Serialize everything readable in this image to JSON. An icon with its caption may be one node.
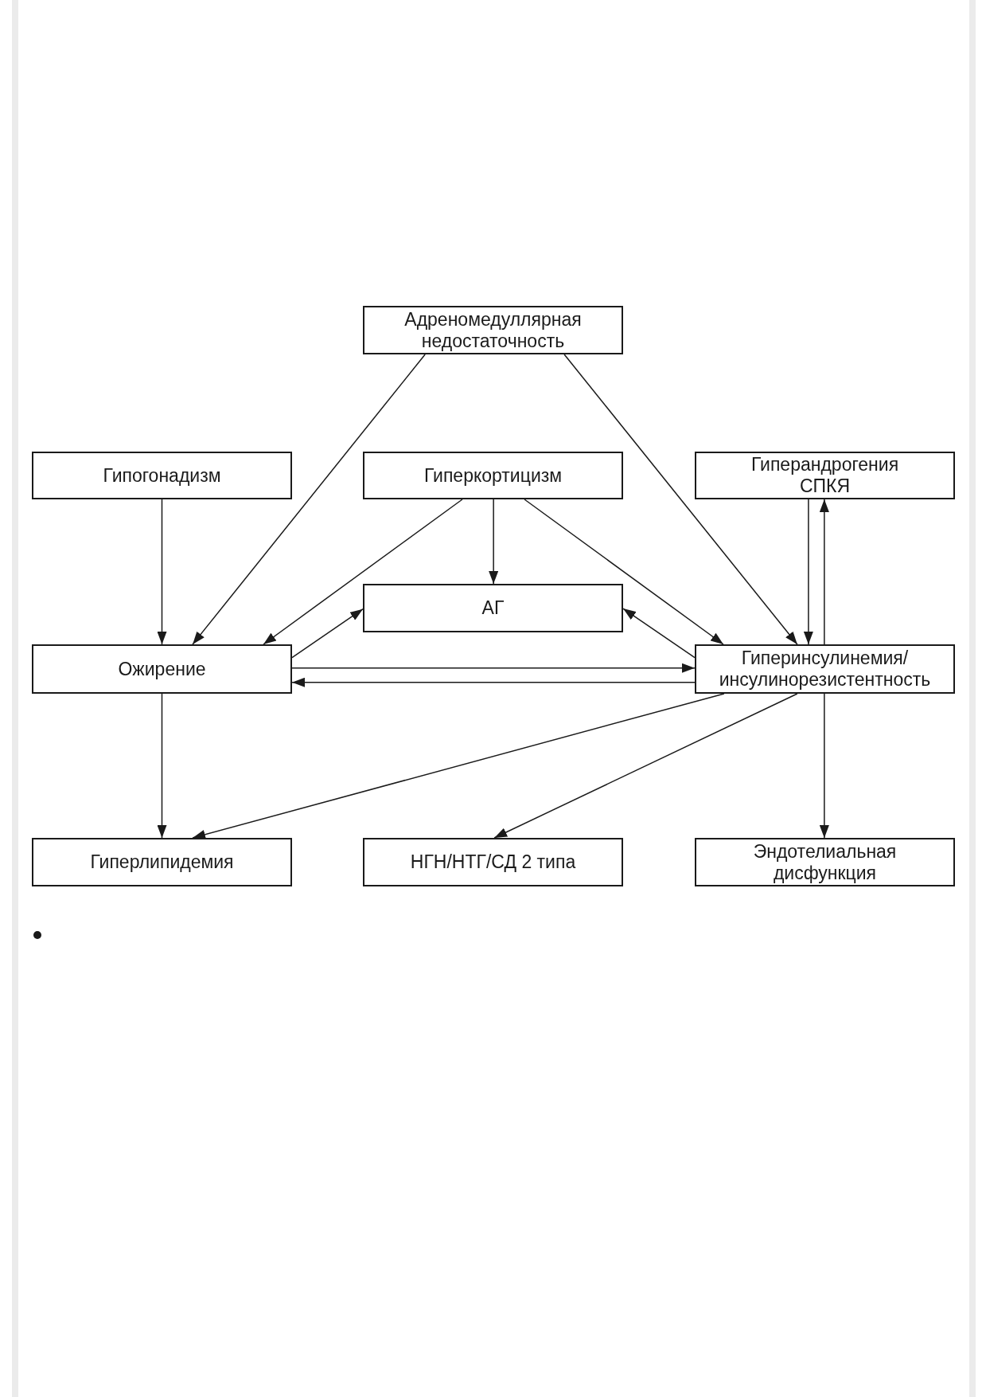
{
  "diagram": {
    "nodes": [
      {
        "text": [
          "Адреномедуллярная недостаточность"
        ]
      },
      {
        "text": [
          "Гипогонадизм"
        ]
      },
      {
        "text": [
          "Гиперкортицизм"
        ]
      },
      {
        "text": [
          "Гиперандрогения СПКЯ"
        ]
      },
      {
        "text": [
          "АГ"
        ]
      },
      {
        "text": [
          "Ожирение"
        ]
      },
      {
        "text": [
          "Гиперинсулинемия/ инсулинорезистентность"
        ]
      },
      {
        "text": [
          "Гиперлипидемия"
        ]
      },
      {
        "text": [
          "НГН/НТГ/СД 2 типа"
        ]
      },
      {
        "text": [
          "Эндотелиальная дисфункция"
        ]
      }
    ],
    "edges": [
      {
        "from": 0,
        "to": 5,
        "arrow": "to"
      },
      {
        "from": 0,
        "to": 6,
        "arrow": "to"
      },
      {
        "from": 1,
        "to": 5,
        "arrow": "to"
      },
      {
        "from": 2,
        "to": 5,
        "arrow": "to"
      },
      {
        "from": 2,
        "to": 4,
        "arrow": "to"
      },
      {
        "from": 2,
        "to": 6,
        "arrow": "to"
      },
      {
        "from": 3,
        "to": 6,
        "arrow": "to"
      },
      {
        "from": 6,
        "to": 3,
        "arrow": "to"
      },
      {
        "from": 5,
        "to": 4,
        "arrow": "to"
      },
      {
        "from": 6,
        "to": 4,
        "arrow": "to"
      },
      {
        "from": 5,
        "to": 6,
        "arrow": "to"
      },
      {
        "from": 6,
        "to": 5,
        "arrow": "to"
      },
      {
        "from": 5,
        "to": 7,
        "arrow": "to"
      },
      {
        "from": 6,
        "to": 7,
        "arrow": "to"
      },
      {
        "from": 6,
        "to": 8,
        "arrow": "to"
      },
      {
        "from": 6,
        "to": 9,
        "arrow": "to"
      }
    ]
  }
}
